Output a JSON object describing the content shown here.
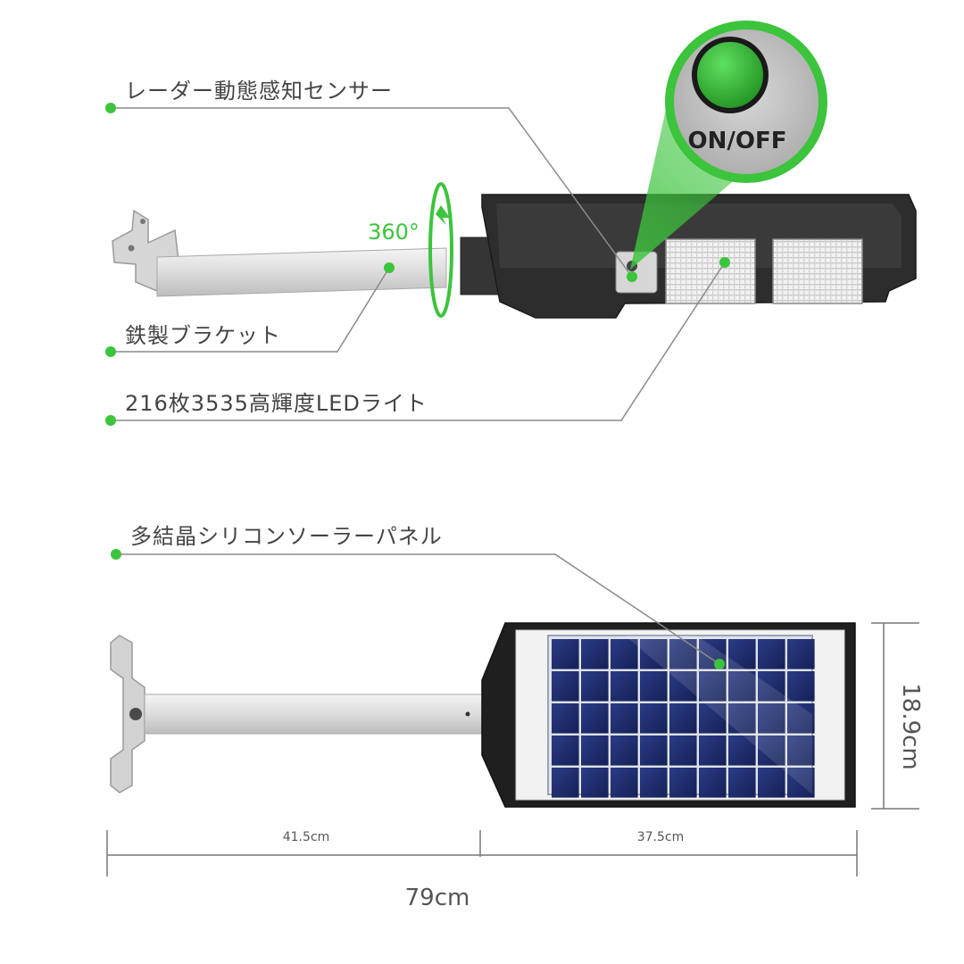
{
  "callouts": {
    "radar_sensor": "レーダー動態感知センサー",
    "iron_bracket": "鉄製ブラケット",
    "led_light": "216枚3535高輝度LEDライト",
    "solar_panel": "多結晶シリコンソーラーパネル"
  },
  "badges": {
    "rotation": "360°",
    "switch": "ON/OFF"
  },
  "dimensions": {
    "arm_length": "41.5cm",
    "panel_length": "37.5cm",
    "total_length": "79cm",
    "panel_height": "18.9cm"
  },
  "colors": {
    "accent_green": "#3cc43c",
    "leader_line": "#8a8a8a",
    "housing_dark": "#2a2a2a",
    "solar_blue": "#1e2e6e"
  }
}
